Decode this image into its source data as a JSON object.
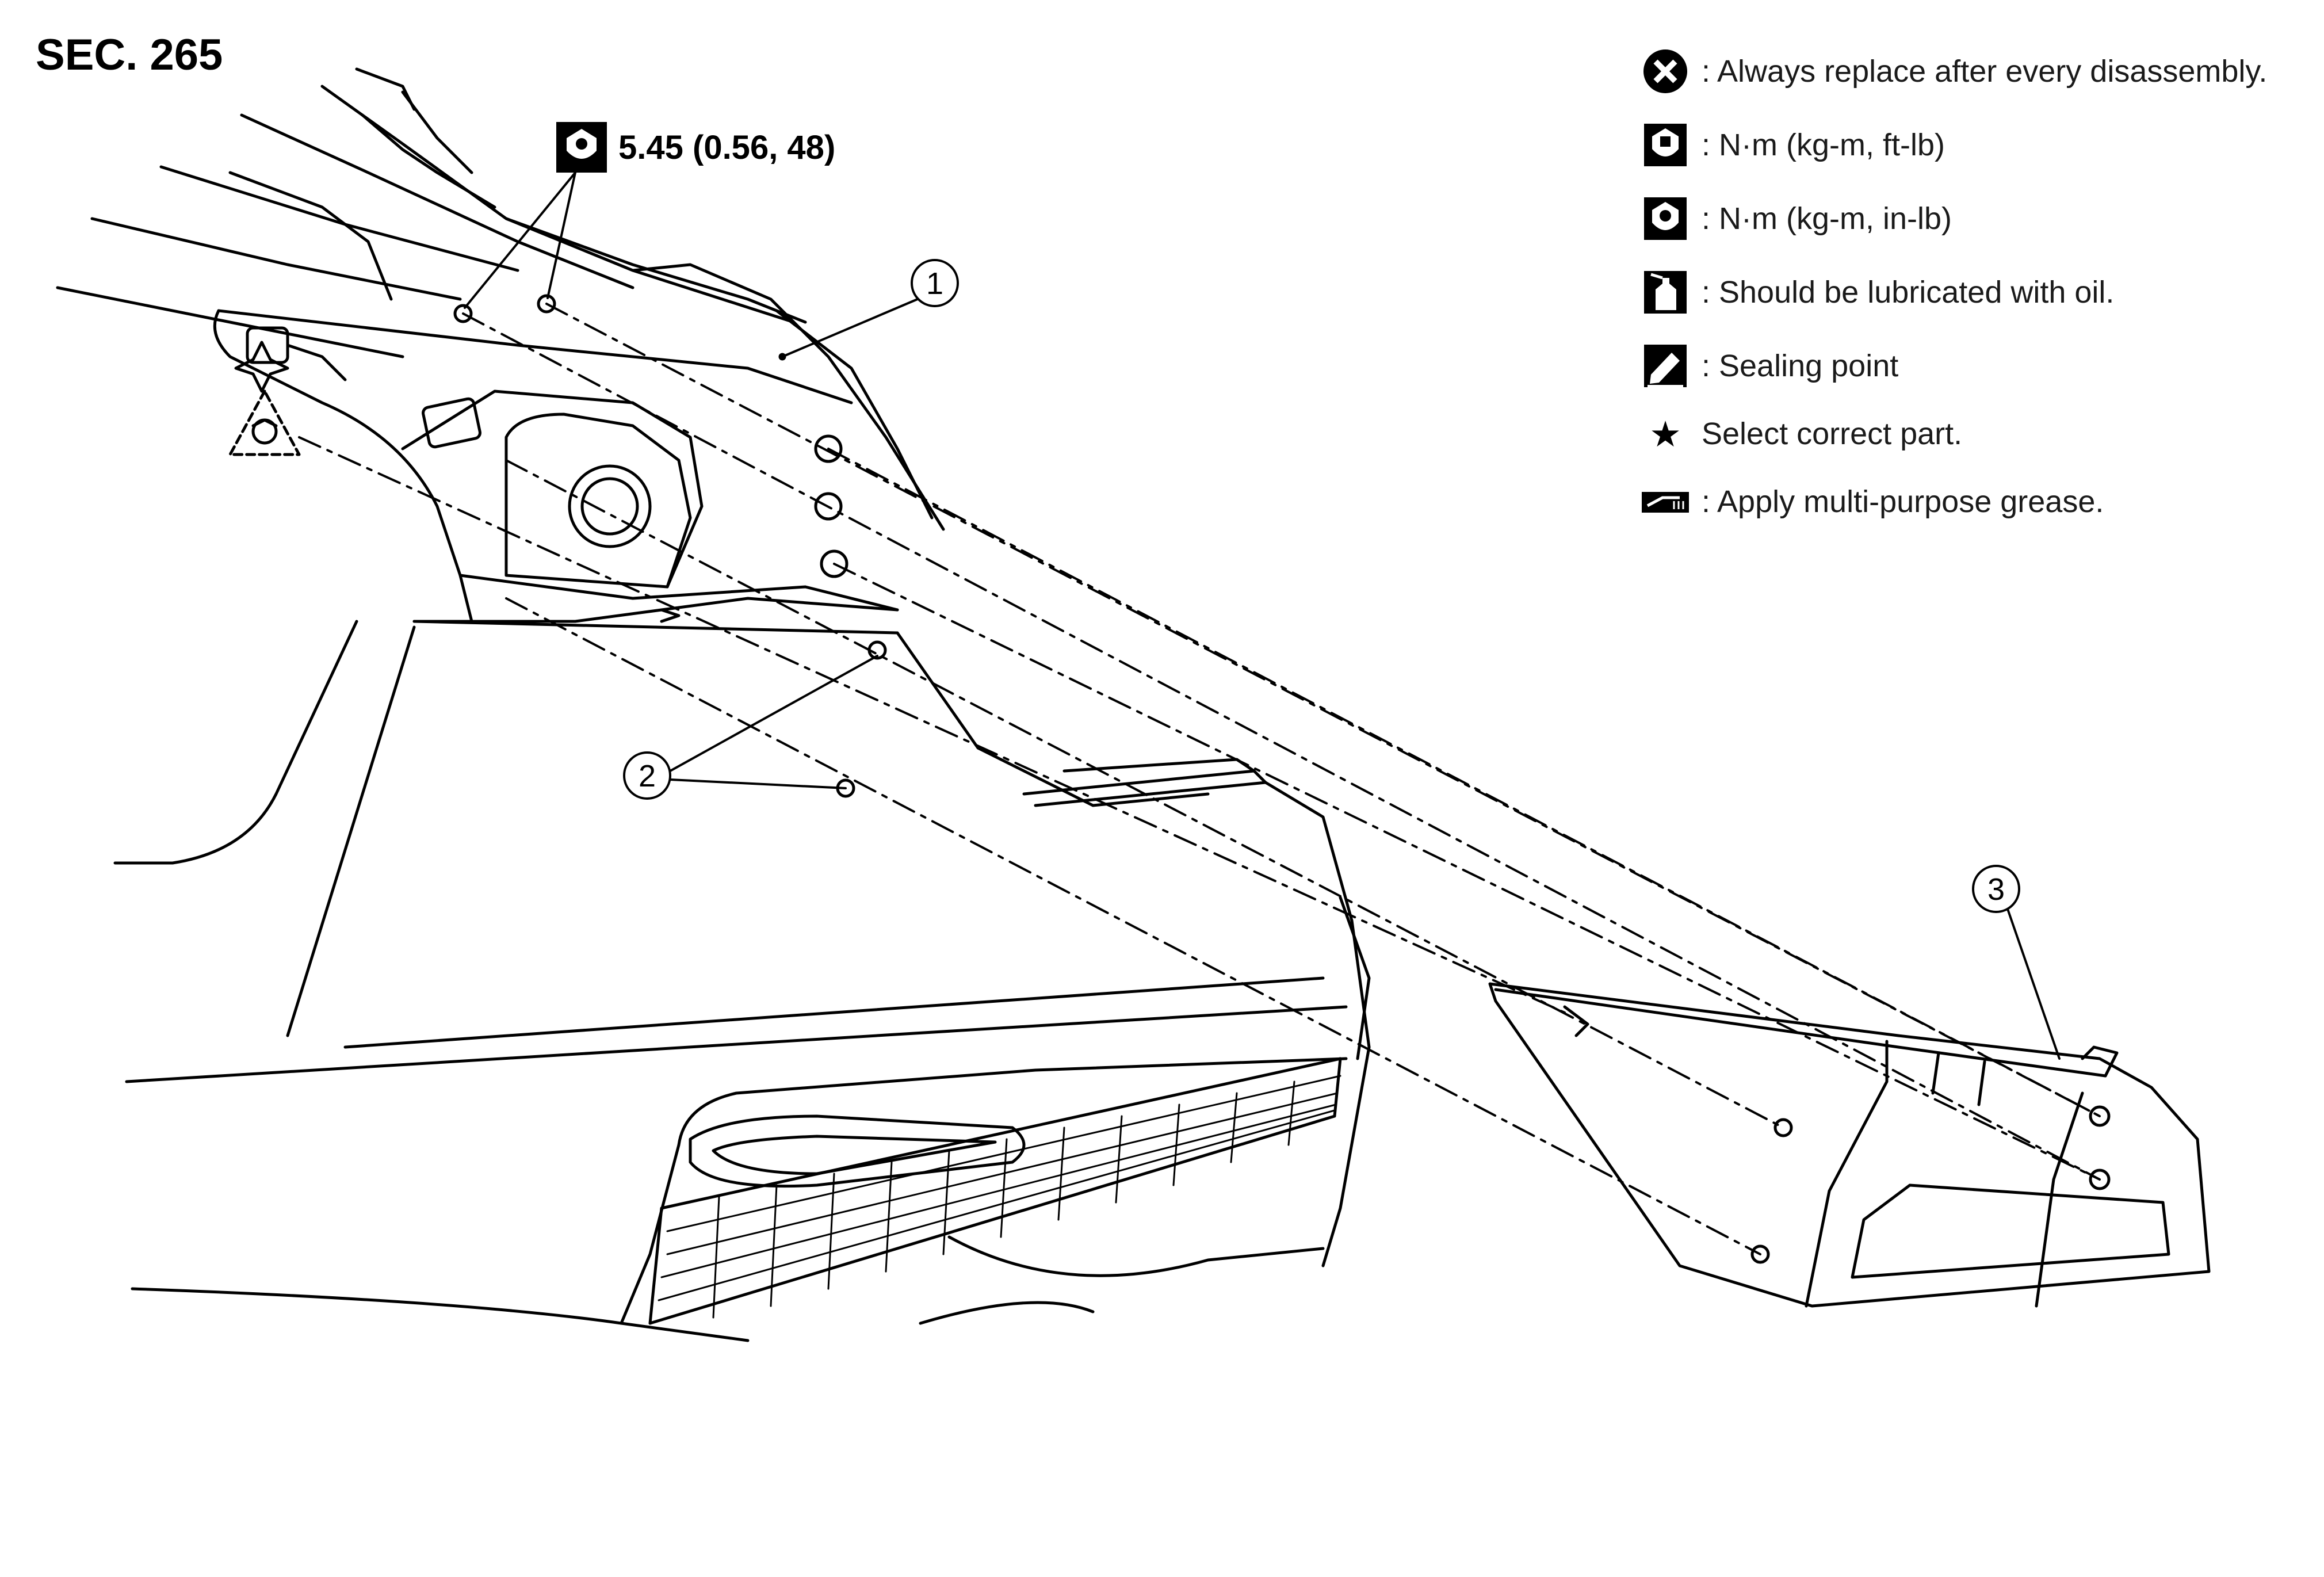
{
  "section": "SEC. 265",
  "torque_spec": "5.45 (0.56, 48)",
  "callouts": [
    "1",
    "2",
    "3"
  ],
  "legend": [
    {
      "icon": "always-replace-icon",
      "text": ": Always replace after every disassembly."
    },
    {
      "icon": "torque-ft-lb-icon",
      "text": ": N·m (kg-m, ft-lb)"
    },
    {
      "icon": "torque-in-lb-icon",
      "text": ": N·m (kg-m, in-lb)"
    },
    {
      "icon": "oil-can-icon",
      "text": ": Should be lubricated with oil."
    },
    {
      "icon": "sealing-point-icon",
      "text": ": Sealing point"
    },
    {
      "icon": "star-icon",
      "text": "Select correct part."
    },
    {
      "icon": "grease-icon",
      "text": ": Apply multi-purpose grease."
    }
  ]
}
